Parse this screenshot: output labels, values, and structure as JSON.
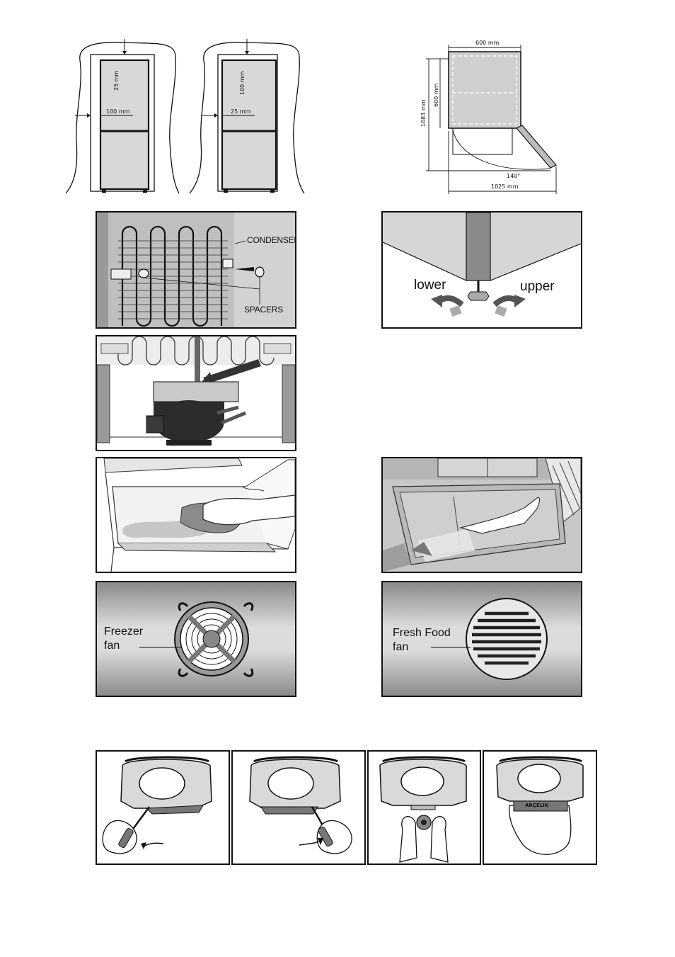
{
  "clearance_figure": {
    "left": {
      "top_gap": "25 mm",
      "side_gap": "100 mm"
    },
    "right": {
      "top_gap": "100 mm",
      "side_gap": "25 mm"
    }
  },
  "dimensions_figure": {
    "width": "600 mm",
    "depth": "600 mm",
    "total_depth": "1083 mm",
    "door_angle": "140°",
    "door_open_width": "1025 mm"
  },
  "condenser_figure": {
    "condenser_label": "CONDENSER",
    "spacers_label": "SPACERS"
  },
  "leveling_figure": {
    "lower_label": "lower",
    "upper_label": "upper"
  },
  "fan_figures": {
    "freezer": {
      "line1": "Freezer",
      "line2": "fan"
    },
    "fresh_food": {
      "line1": "Fresh Food",
      "line2": "fan"
    }
  },
  "lamp_figure": {
    "cover_text": "ARÇELIK"
  }
}
